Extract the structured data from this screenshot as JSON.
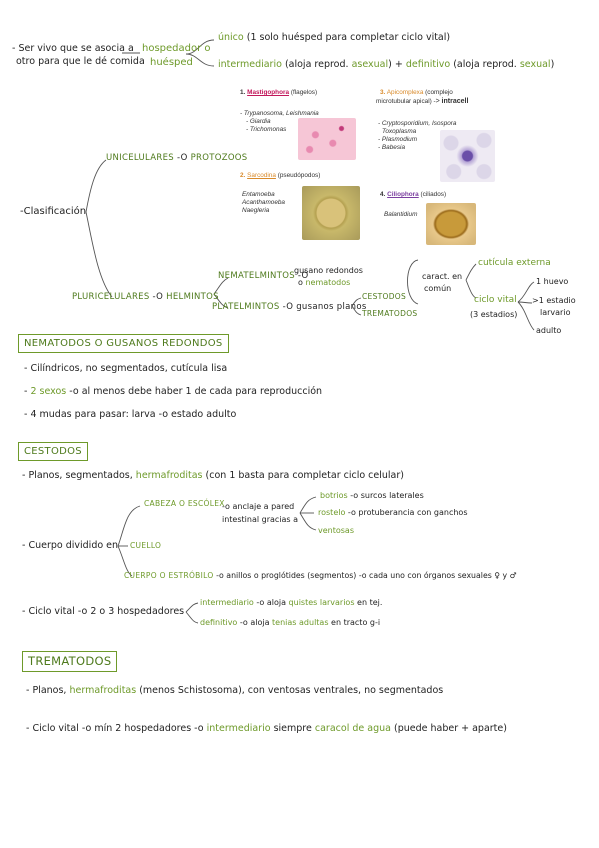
{
  "top": {
    "definition_l1": "- Ser vivo que se asocia a",
    "definition_l2": "otro para que le dé comida",
    "host_l1": "hospedador o",
    "host_l2": "huésped",
    "unico_label": "único",
    "unico_desc": "(1 solo huésped para completar ciclo vital)",
    "inter_label": "intermediario",
    "inter_desc": "(aloja reprod.",
    "asexual": "asexual",
    "plus": ") +",
    "def_label": "definitivo",
    "def_desc": "(aloja reprod.",
    "sexual": "sexual",
    "close": ")"
  },
  "clasificacion": {
    "label": "-Clasificación",
    "unicelulares": "UNICELULARES",
    "arrow1": "-o",
    "protozoos": "PROTOZOOS",
    "pluricelulares": "PLURICELULARES",
    "arrow2": "-o",
    "helmintos": "HELMINTOS"
  },
  "protozoa_print": {
    "g1_num": "1.",
    "g1_name": "Mastigophora",
    "g1_rest": "(flagelos)",
    "g1_list": [
      "- Trypanosoma, Leishmania",
      "- Giardia",
      "- Trichomonas"
    ],
    "g2_num": "2.",
    "g2_name": "Sarcodina",
    "g2_rest": "(pseudópodos)",
    "g2_list": [
      "Entamoeba",
      "Acanthamoeba",
      "Naegleria"
    ],
    "g3_num": "3.",
    "g3_name": "Apicomplexa",
    "g3_rest": "(complejo",
    "g3_rest2": "microtubular apical) -",
    "g3_intracell": "intracell",
    "g3_list": [
      "- Cryptosporidium, Isospora",
      "Toxoplasma",
      "- Plasmodium",
      "- Babesia"
    ],
    "g4_num": "4.",
    "g4_name": "Ciliophora",
    "g4_rest": "(ciliados)",
    "g4_list": [
      "Balantidium"
    ]
  },
  "helmintos": {
    "nematelmintos": "NEMATELMINTOS",
    "nem_arrow": "-o",
    "nem_desc_l1": "gusano redondos",
    "nem_desc_l2": "o",
    "nematodos": "nematodos",
    "platelmintos": "PLATELMINTOS",
    "plat_arrow": "-o",
    "plat_desc": "gusanos planos",
    "cestodos": "CESTODOS",
    "trematodos": "TREMATODOS",
    "caract_l1": "caract. en",
    "caract_l2": "común",
    "cuticula": "cutícula externa",
    "ciclo_vital": "ciclo vital",
    "tres_estadios": "(3 estadios)",
    "huevo": "1 huevo",
    "estadio_l1": ">1 estadio",
    "estadio_l2": "larvario",
    "adulto": "adulto"
  },
  "nematodos": {
    "title": "NEMATODOS O GUSANOS REDONDOS",
    "b1": "- Cilíndricos, no segmentados, cutícula lisa",
    "b2_dash": "-",
    "b2_green": "2 sexos",
    "b2_rest": "-o al menos debe haber 1 de cada para reproducción",
    "b3": "- 4 mudas para pasar: larva -o estado adulto"
  },
  "cestodos": {
    "title": "CESTODOS",
    "b1_a": "- Planos, segmentados,",
    "b1_green": "hermafroditas",
    "b1_b": "(con 1 basta para completar ciclo celular)",
    "cuerpo": "- Cuerpo dividido en",
    "cabeza": "CABEZA O ESCÓLEX",
    "cabeza_desc_l1": "-o anclaje a pared",
    "cabeza_desc_l2": "intestinal gracias a",
    "botrios": "botrios",
    "botrios_desc": "-o surcos laterales",
    "rostelo": "rostelo",
    "rostelo_desc": "-o protuberancia con ganchos",
    "ventosas": "ventosas",
    "cuello": "CUELLO",
    "cuerpo_label": "CUERPO O ESTRÓBILO",
    "cuerpo_desc": "-o anillos o proglótides (segmentos) -o cada uno con órganos sexuales ♀ y ♂",
    "ciclo": "- Ciclo vital -o 2 o 3 hospedadores",
    "inter": "intermediario",
    "inter_desc": "-o aloja",
    "quistes": "quistes larvarios",
    "inter_tail": "en tej.",
    "def": "definitivo",
    "def_desc": "-o aloja",
    "tenias": "tenias adultas",
    "def_tail": "en tracto g-i"
  },
  "trematodos": {
    "title": "TREMATODOS",
    "b1_a": "- Planos,",
    "b1_green": "hermafroditas",
    "b1_b": "(menos Schistosoma), con ventosas ventrales, no segmentados",
    "b2_a": "- Ciclo vital -o mín 2 hospedadores -o",
    "b2_inter": "intermediario",
    "b2_mid": "siempre",
    "b2_caracol": "caracol de agua",
    "b2_tail": "(puede haber + aparte)"
  },
  "colors": {
    "green": "#6e9a2a",
    "dark_green": "#4e7a1c",
    "magenta": "#c2185b",
    "orange": "#d98a2a",
    "purple": "#7b3fa0"
  }
}
